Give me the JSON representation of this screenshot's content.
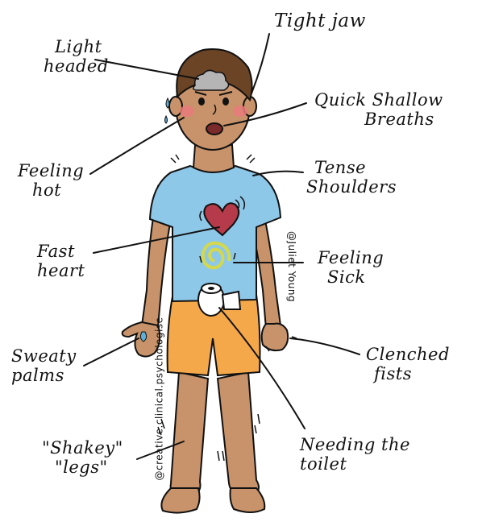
{
  "labels": {
    "light_headed": [
      "Light",
      "headed"
    ],
    "tight_jaw": [
      "Tight jaw"
    ],
    "quick_shallow": [
      "Quick Shallow",
      "Breaths"
    ],
    "feeling_hot": [
      "Feeling",
      "hot"
    ],
    "tense_shoulders": [
      "Tense",
      "Shoulders"
    ],
    "fast_heart": [
      "Fast",
      "heart"
    ],
    "feeling_sick": [
      "Feeling",
      "Sick"
    ],
    "sweaty_palms": [
      "Sweaty",
      "palms"
    ],
    "clenched_fists": [
      "Clenched",
      "fists"
    ],
    "shakey_legs": [
      "\"Shakey\"",
      "\"legs\""
    ],
    "needing_toilet": [
      "Needing the",
      "toilet"
    ]
  },
  "credits": {
    "creator": "@creative.clinical.psychologise",
    "artist": "@Juliet Young"
  },
  "colors": {
    "skin": "#c8936a",
    "shirt": "#8ec8e8",
    "shorts": "#f5a84a",
    "hair": "#6b4426",
    "heart": "#b53a4a",
    "spiral": "#d4d84a",
    "cheek": "#e87a7a",
    "sweat": "#5ab0d8",
    "line": "#111111"
  }
}
